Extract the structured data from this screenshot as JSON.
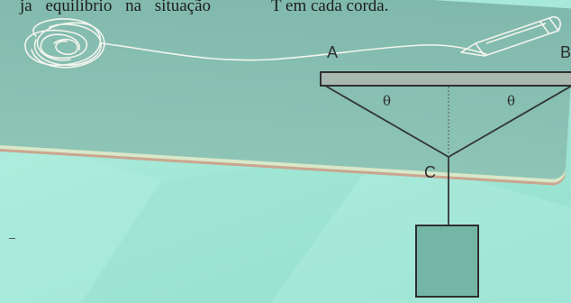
{
  "problem_text": {
    "line_left": "ja equilíbrio na situação",
    "line_right": "T em cada corda."
  },
  "diagram": {
    "point_a": "A",
    "point_b": "B",
    "point_c": "C",
    "angle_left": "θ",
    "angle_right": "θ"
  },
  "colors": {
    "board": "#86bfb1",
    "background": "#a4e8d7",
    "beam": "#a9b8b0",
    "block": "#74b6a6",
    "rope": "#333333"
  },
  "icons": [
    "scribble-icon",
    "pencil-icon"
  ]
}
